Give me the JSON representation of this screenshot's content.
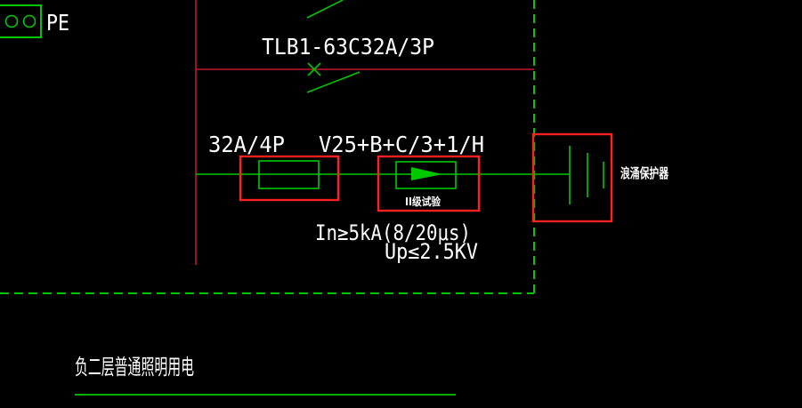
{
  "terminal": {
    "label": "PE"
  },
  "breaker": {
    "label": "TLB1-63C32A/3P"
  },
  "isolator": {
    "label": "32A/4P"
  },
  "cable": {
    "label": "V25+B+C/3+1/H"
  },
  "spd_test": {
    "label": "II级试验"
  },
  "spd_specs": {
    "in_rating": "In≥5kA(8/20μs)",
    "up_rating": "Up≤2.5KV"
  },
  "surge_protector": {
    "label": "浪涌保护器"
  },
  "circuit": {
    "title": "负二层普通照明用电"
  },
  "colors": {
    "background": "#000000",
    "text": "#ffffff",
    "wire_green": "#00c800",
    "wire_red": "#c0182a",
    "highlight": "#ff2020"
  }
}
